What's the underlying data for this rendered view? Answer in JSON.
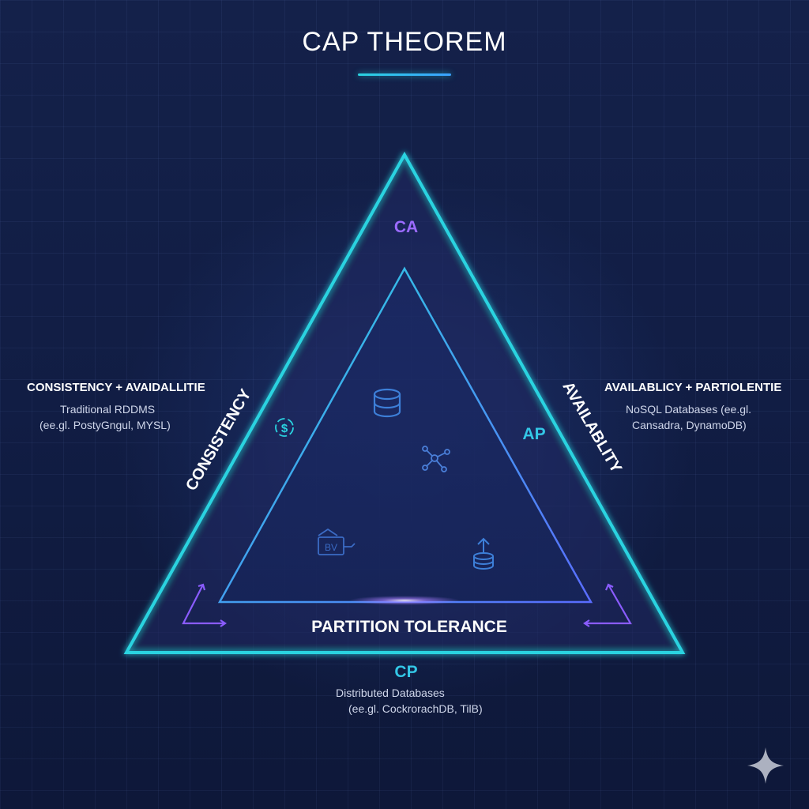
{
  "title": "CAP THEOREM",
  "labels": {
    "ca": "CA",
    "ap": "AP",
    "cp": "CP",
    "consistency": "CONSISTENCY",
    "availability": "AVAILABLITY",
    "partition": "PARTITION TOLERANCE"
  },
  "left_block": {
    "title": "CONSISTENCY + AVAIDALLITIE",
    "line1": "Traditional RDDMS",
    "line2": "(ee.gl. PostyGngul, MYSL)"
  },
  "right_block": {
    "title": "AVAILABLICY + PARTIOLENTIE",
    "line1": "NoSQL Databases (ee.gl.",
    "line2": "Cansadra, DynamoDB)"
  },
  "bottom_block": {
    "line1": "Distributed Databases",
    "line2": "(ee.gl. CockrorachDB, TilB)"
  },
  "icons": {
    "consistency_glyph": "$",
    "tag_glyph": "BV"
  },
  "colors": {
    "background": "#0f1a3c",
    "cyan": "#2ad3e0",
    "purple": "#8a5cff",
    "ca_label": "#9b6bff",
    "ap_label": "#33c6e6",
    "cp_label": "#33c6e6"
  }
}
